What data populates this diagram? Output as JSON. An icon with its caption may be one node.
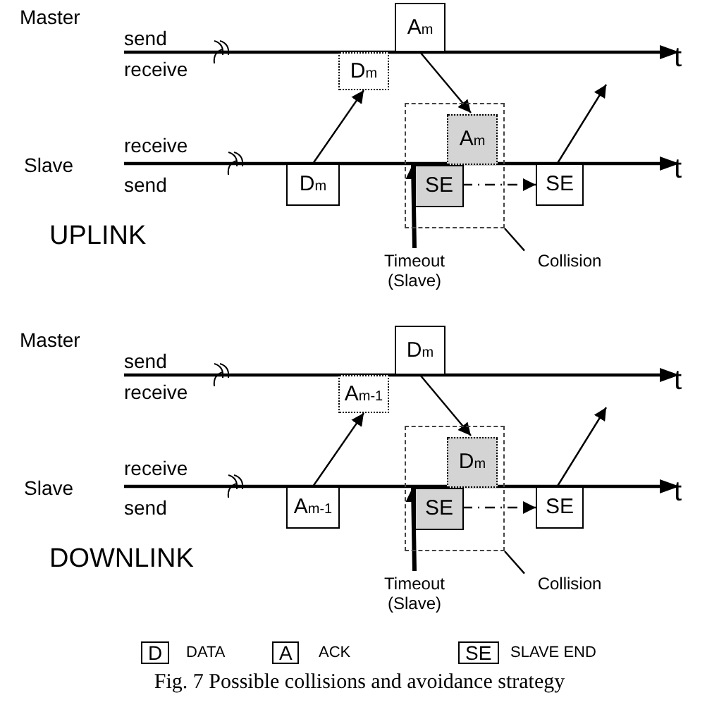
{
  "diagram": {
    "caption": "Fig. 7 Possible collisions and avoidance strategy",
    "nodes": [
      {
        "text": [
          "A$_{m}$"
        ]
      },
      {
        "text": [
          "D$_{m}$"
        ]
      },
      {
        "text": [],
        "shape": "box"
      },
      {
        "text": [
          "A$_{m}$"
        ],
        "in": 2
      },
      {
        "text": [
          "D$_{m}$"
        ]
      },
      {
        "text": [
          "SE"
        ],
        "in": 2
      },
      {
        "text": [
          "SE"
        ]
      },
      {
        "text": [
          "Timeout (Slave)"
        ]
      },
      {
        "text": [
          "Collision"
        ]
      },
      {
        "text": [
          "D$_{m}$"
        ]
      },
      {
        "text": [
          "A$_{m-1}$"
        ]
      },
      {
        "text": [],
        "shape": "box"
      },
      {
        "text": [
          "D$_{m}$"
        ],
        "in": 11
      },
      {
        "text": [
          "A$_{m-1}$"
        ]
      },
      {
        "text": [
          "SE"
        ],
        "in": 11
      },
      {
        "text": [
          "SE"
        ]
      },
      {
        "text": [
          "Timeout (Slave)"
        ]
      },
      {
        "text": [
          "Collision"
        ]
      }
    ],
    "edges": [
      {
        "from": 4,
        "to": 1,
        "arrow": "to"
      },
      {
        "from": 0,
        "to": 3,
        "arrow": "to"
      },
      {
        "from": 5,
        "to": 6,
        "arrow": "to",
        "style": "dashed"
      },
      {
        "from": 7,
        "to": 5,
        "arrow": "to",
        "style": "thick"
      },
      {
        "from": 8,
        "to": 2,
        "arrow": "none"
      },
      {
        "from": 6,
        "to": null,
        "arrow": "to"
      },
      {
        "from": 13,
        "to": 10,
        "arrow": "to"
      },
      {
        "from": 9,
        "to": 12,
        "arrow": "to"
      },
      {
        "from": 14,
        "to": 15,
        "arrow": "to",
        "style": "dashed"
      },
      {
        "from": 16,
        "to": 14,
        "arrow": "to",
        "style": "thick"
      },
      {
        "from": 17,
        "to": 11,
        "arrow": "none"
      },
      {
        "from": 15,
        "to": null,
        "arrow": "to"
      }
    ],
    "labels": [
      "Master",
      "send",
      "receive",
      "t",
      "Slave",
      "receive",
      "send",
      "t",
      "UPLINK",
      "Master",
      "send",
      "receive",
      "t",
      "Slave",
      "receive",
      "send",
      "t",
      "DOWNLINK",
      "D",
      "A",
      "SE"
    ],
    "legend": [
      {
        "text": "DATA"
      },
      {
        "text": "ACK"
      },
      {
        "text": "SLAVE END"
      }
    ]
  }
}
